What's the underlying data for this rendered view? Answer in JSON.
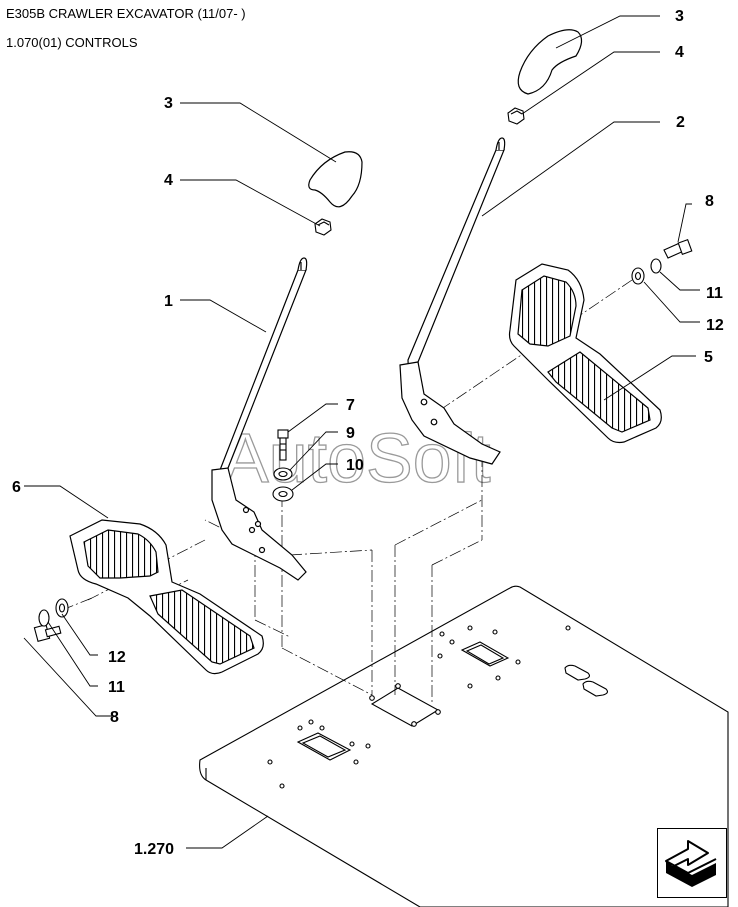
{
  "header": {
    "model": "E305B CRAWLER EXCAVATOR (11/07- )",
    "section": "1.070(01) CONTROLS"
  },
  "watermark": "AutoSoft",
  "callouts": {
    "c1": "1",
    "c2": "2",
    "c3a": "3",
    "c3b": "3",
    "c4a": "4",
    "c4b": "4",
    "c5": "5",
    "c6": "6",
    "c7": "7",
    "c8a": "8",
    "c8b": "8",
    "c9": "9",
    "c10": "10",
    "c11a": "11",
    "c11b": "11",
    "c12a": "12",
    "c12b": "12",
    "ref": "1.270"
  },
  "nav": {
    "icon": "next-page-arrow-icon"
  }
}
